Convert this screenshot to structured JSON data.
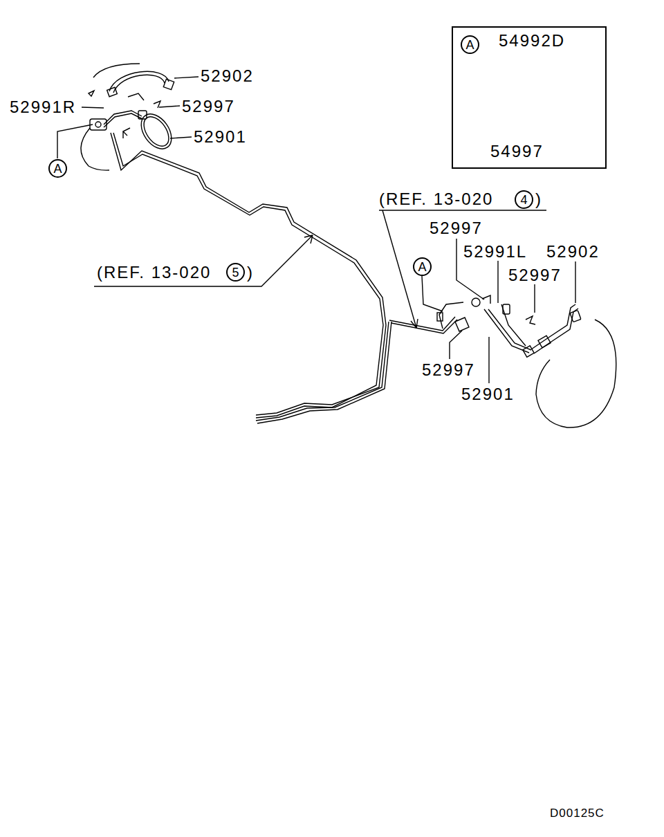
{
  "diagram": {
    "nodes": [
      {
        "text": [
          "54992D",
          "54997"
        ]
      },
      {
        "text": [
          "A"
        ],
        "in": 0
      },
      {
        "text": [
          "A"
        ]
      },
      {
        "text": [
          "4"
        ]
      },
      {
        "text": [
          "A"
        ]
      },
      {
        "text": [
          "5"
        ]
      }
    ],
    "labels": [
      "52902",
      "52991R",
      "52997",
      "52901",
      "(REF. 13-020",
      ")",
      "52997",
      "52991L",
      "52902",
      "52997",
      "(REF. 13-020",
      ")",
      "52997",
      "52901",
      "D00125C"
    ]
  }
}
